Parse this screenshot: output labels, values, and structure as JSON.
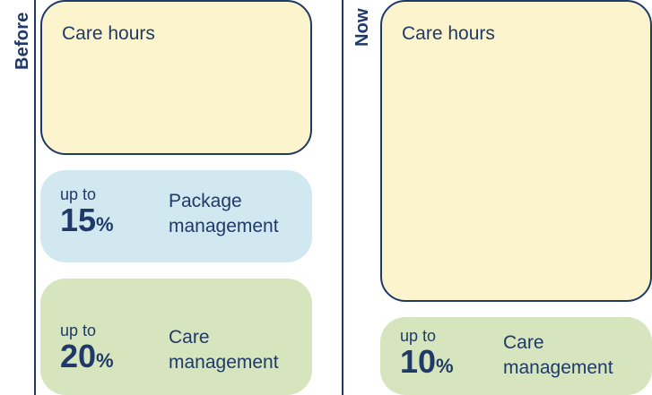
{
  "before": {
    "label": "Before",
    "care_hours": {
      "title": "Care hours"
    },
    "package_management": {
      "prefix": "up to",
      "value": "15",
      "unit": "%",
      "label": "Package management"
    },
    "care_management": {
      "prefix": "up to",
      "value": "20",
      "unit": "%",
      "label": "Care management"
    }
  },
  "now": {
    "label": "Now",
    "care_hours": {
      "title": "Care hours"
    },
    "care_management": {
      "prefix": "up to",
      "value": "10",
      "unit": "%",
      "label": "Care management"
    }
  },
  "colors": {
    "text": "#1f3a68",
    "care_hours_fill": "#fcf4cc",
    "package_fill": "#d2e8f0",
    "care_management_fill": "#d6e5bd"
  }
}
